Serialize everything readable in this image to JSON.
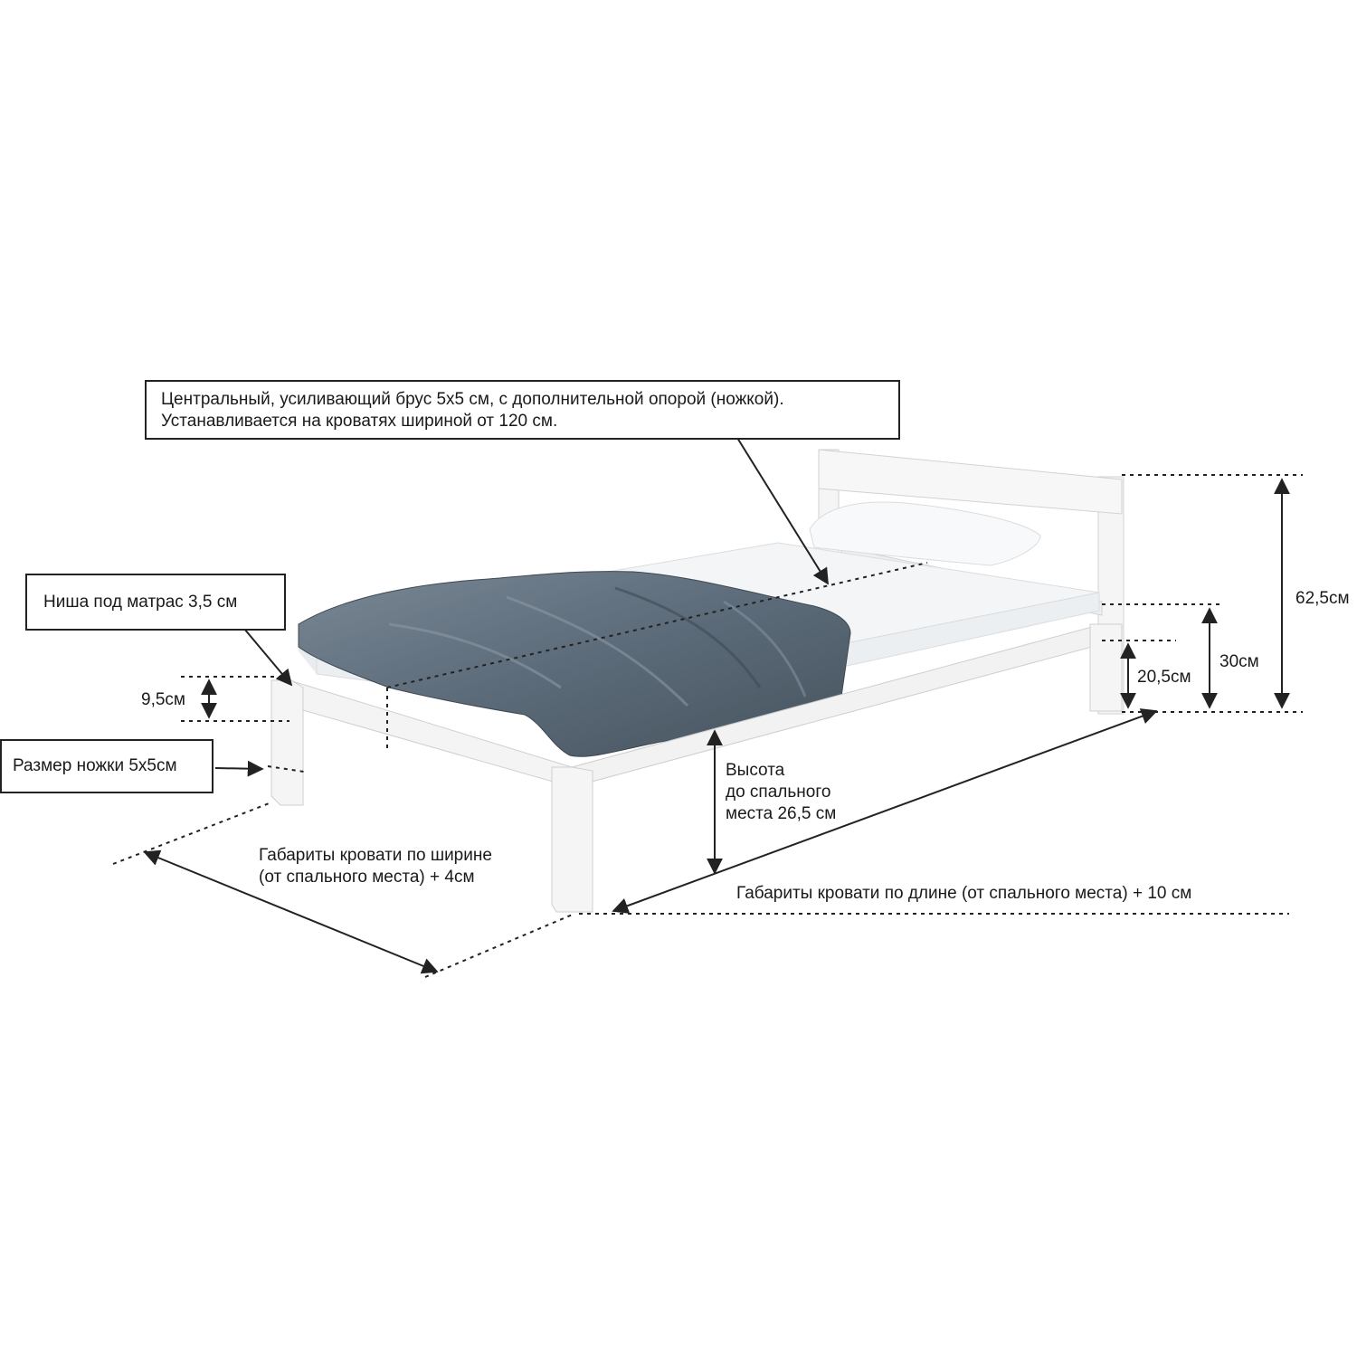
{
  "callouts": {
    "center_beam": {
      "line1": "Центральный, усиливающий брус 5х5 см, с дополнительной опорой (ножкой).",
      "line2": "Устанавливается на кроватях шириной от 120 см."
    },
    "mattress_niche": "Ниша под матрас 3,5 см",
    "leg_size": "Размер ножки 5х5см"
  },
  "dimensions": {
    "side_rail_height": "9,5см",
    "headboard_height": "62,5см",
    "frame_height": "30см",
    "leg_clearance": "20,5см",
    "sleep_height": {
      "line1": "Высота",
      "line2": "до спального",
      "line3": "места 26,5 см"
    },
    "width_overall": {
      "line1": "Габариты кровати по ширине",
      "line2": "(от спального места) + 4см"
    },
    "length_overall": "Габариты кровати по длине (от спального места) + 10 см"
  },
  "colors": {
    "frame": "#f4f4f4",
    "frame_edge": "#cfcfcf",
    "mattress": "#f2f4f5",
    "blanket": "#5f6f7d",
    "blanket_dark": "#47545f",
    "line": "#222222"
  }
}
